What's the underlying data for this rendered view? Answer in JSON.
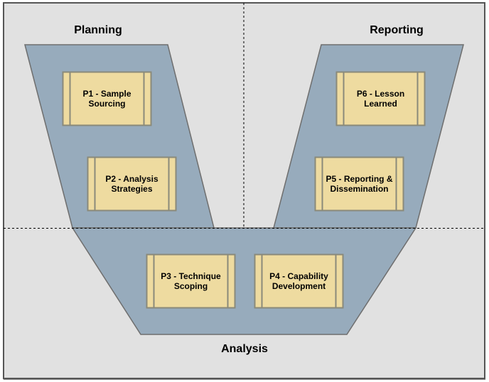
{
  "colors": {
    "canvas": "#e1e1e1",
    "frame": "#555555",
    "trapezoid_fill": "#97abbc",
    "trapezoid_stroke": "#6e6e6e",
    "box_fill": "#eedba0",
    "box_stroke": "#8a8a7a",
    "divider": "#000000"
  },
  "sections": {
    "planning": "Planning",
    "reporting": "Reporting",
    "analysis": "Analysis"
  },
  "processes": [
    {
      "id": "P1",
      "line1": "P1 - Sample",
      "line2": "Sourcing",
      "phase": "Planning"
    },
    {
      "id": "P2",
      "line1": "P2 - Analysis",
      "line2": "Strategies",
      "phase": "Planning"
    },
    {
      "id": "P3",
      "line1": "P3 - Technique",
      "line2": "Scoping",
      "phase": "Analysis"
    },
    {
      "id": "P4",
      "line1": "P4 - Capability",
      "line2": "Development",
      "phase": "Analysis"
    },
    {
      "id": "P5",
      "line1": "P5 - Reporting &",
      "line2": "Dissemination",
      "phase": "Reporting"
    },
    {
      "id": "P6",
      "line1": "P6 - Lesson",
      "line2": "Learned",
      "phase": "Reporting"
    }
  ]
}
